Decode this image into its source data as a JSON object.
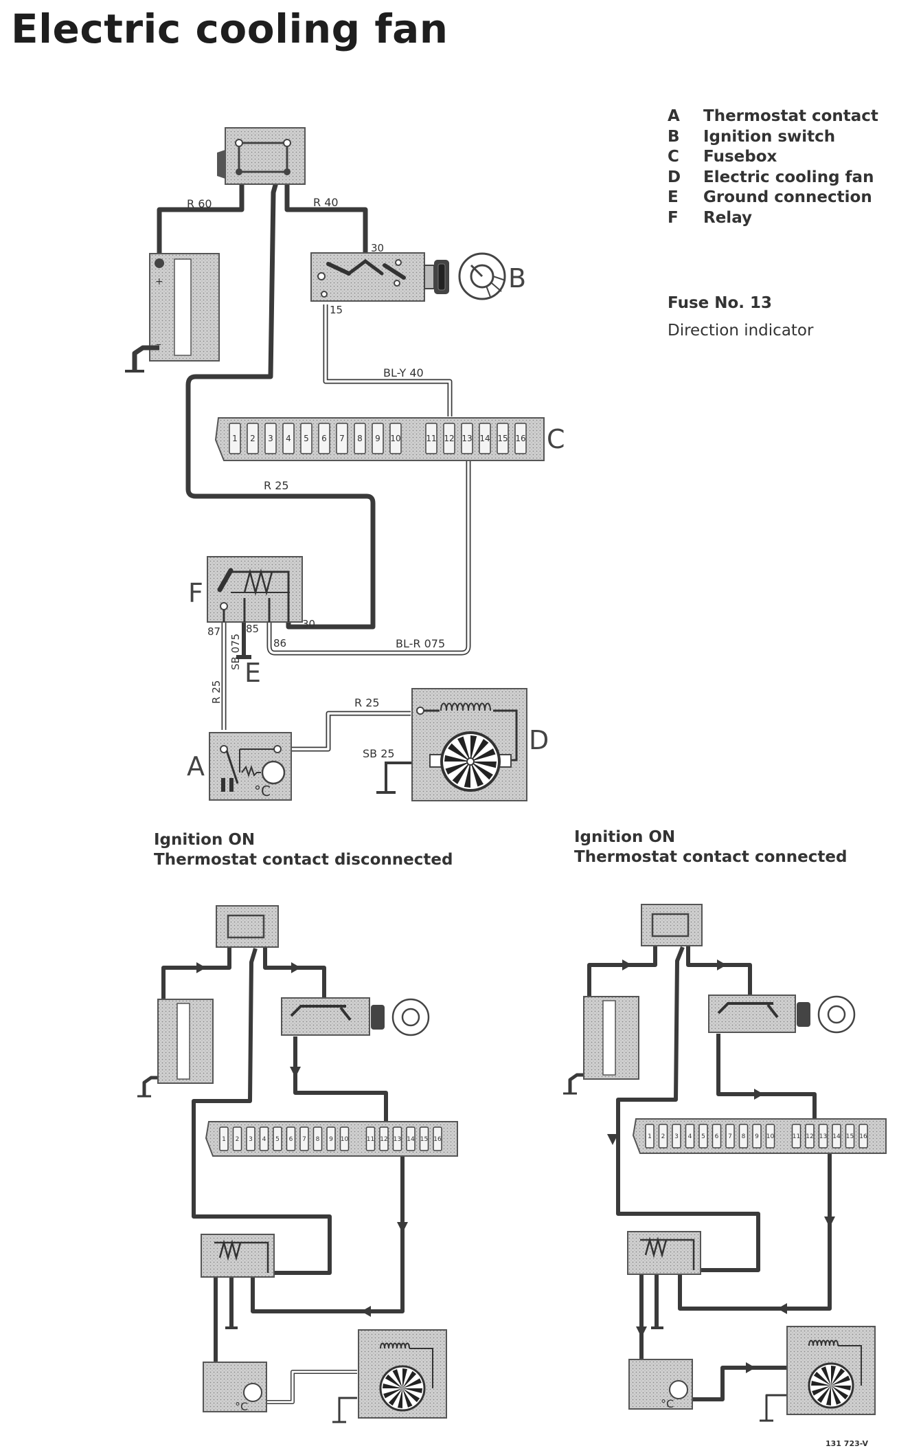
{
  "title": "Electric cooling fan",
  "legend": [
    {
      "key": "A",
      "label": "Thermostat contact"
    },
    {
      "key": "B",
      "label": "Ignition switch"
    },
    {
      "key": "C",
      "label": "Fusebox"
    },
    {
      "key": "D",
      "label": "Electric cooling fan"
    },
    {
      "key": "E",
      "label": "Ground connection"
    },
    {
      "key": "F",
      "label": "Relay"
    }
  ],
  "fuse": {
    "number_label": "Fuse No. 13",
    "description": "Direction indicator"
  },
  "wire_labels": {
    "r60": "R 60",
    "r40": "R 40",
    "bly40": "BL-Y 40",
    "r25_top": "R 25",
    "blr075": "BL-R 075",
    "sb075": "SB 075",
    "r25_vert": "R 25",
    "r25_fan": "R 25",
    "sb25": "SB 25"
  },
  "terminals": {
    "t30_switch": "30",
    "t15": "15",
    "t87": "87",
    "t85": "85",
    "t86": "86",
    "t30_relay": "30"
  },
  "fuse_numbers": [
    "1",
    "2",
    "3",
    "4",
    "5",
    "6",
    "7",
    "8",
    "9",
    "10",
    "11",
    "12",
    "13",
    "14",
    "15",
    "16"
  ],
  "component_letters": {
    "a": "A",
    "b": "B",
    "c": "C",
    "d": "D",
    "e": "E",
    "f": "F"
  },
  "captions": {
    "left_line1": "Ignition ON",
    "left_line2": "Thermostat contact disconnected",
    "right_line1": "Ignition ON",
    "right_line2": "Thermostat contact connected"
  },
  "figure_code": "131 723-V"
}
